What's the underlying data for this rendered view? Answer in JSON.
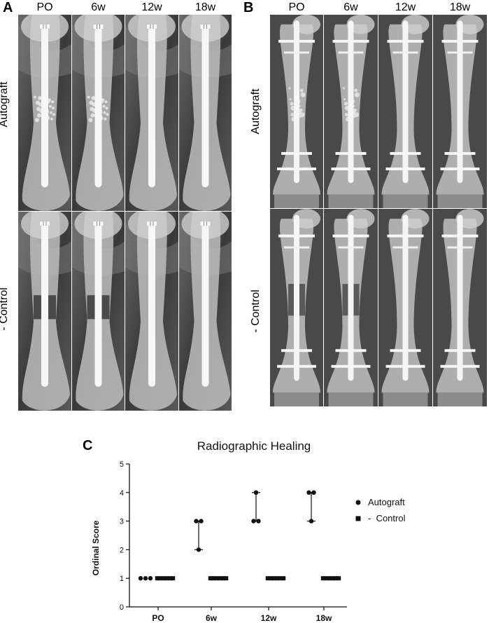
{
  "panel_a": {
    "letter": "A",
    "columns": [
      "PO",
      "6w",
      "12w",
      "18w"
    ],
    "rows": [
      "Autograft",
      "- Control"
    ]
  },
  "panel_b": {
    "letter": "B",
    "columns": [
      "PO",
      "6w",
      "12w",
      "18w"
    ],
    "rows": [
      "Autograft",
      "- Control"
    ]
  },
  "panel_c": {
    "letter": "C"
  },
  "chart_data": {
    "type": "scatter",
    "title": "Radiographic Healing",
    "xlabel": "",
    "ylabel": "Ordinal Score",
    "categories": [
      "PO",
      "6w",
      "12w",
      "18w"
    ],
    "ylim": [
      0,
      5
    ],
    "yticks": [
      0,
      1,
      2,
      3,
      4,
      5
    ],
    "legend_position": "right",
    "series": [
      {
        "name": "Autograft",
        "marker": "circle",
        "points": [
          [
            1,
            1,
            1
          ],
          [
            3,
            3,
            2
          ],
          [
            3,
            3,
            4
          ],
          [
            4,
            4,
            3
          ]
        ],
        "range": [
          [
            1,
            1
          ],
          [
            2,
            3
          ],
          [
            3,
            4
          ],
          [
            3,
            4
          ]
        ]
      },
      {
        "name": "-  Control",
        "marker": "square",
        "points": [
          [
            1,
            1,
            1,
            1,
            1,
            1
          ],
          [
            1,
            1,
            1,
            1,
            1,
            1
          ],
          [
            1,
            1,
            1,
            1,
            1,
            1
          ],
          [
            1,
            1,
            1,
            1,
            1,
            1
          ]
        ],
        "range": [
          [
            1,
            1
          ],
          [
            1,
            1
          ],
          [
            1,
            1
          ],
          [
            1,
            1
          ]
        ]
      }
    ]
  }
}
